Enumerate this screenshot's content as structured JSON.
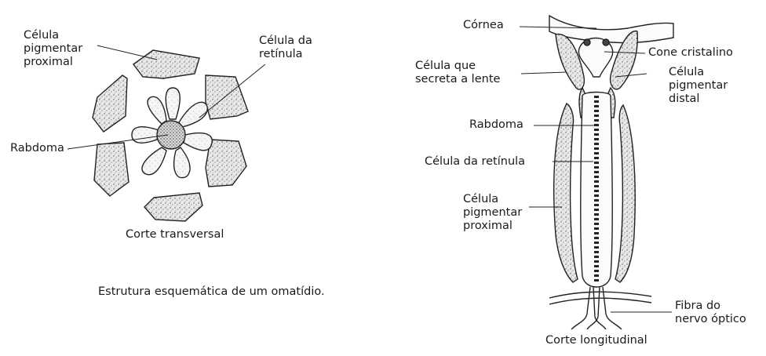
{
  "transverse": {
    "label_proximal_1": "Célula",
    "label_proximal_2": "pigmentar",
    "label_proximal_3": "proximal",
    "label_retinula_1": "Célula da",
    "label_retinula_2": "retínula",
    "label_rabdoma": "Rabdoma",
    "caption": "Corte transversal"
  },
  "figure_caption": "Estrutura esquemática de um omatídio.",
  "longitudinal": {
    "label_cornea": "Córnea",
    "label_cone": "Cone cristalino",
    "label_lens_1": "Célula que",
    "label_lens_2": "secreta a lente",
    "label_distal_1": "Célula",
    "label_distal_2": "pigmentar",
    "label_distal_3": "distal",
    "label_rabdoma": "Rabdoma",
    "label_retinula": "Célula da retínula",
    "label_proximal_1": "Célula",
    "label_proximal_2": "pigmentar",
    "label_proximal_3": "proximal",
    "label_nerve_1": "Fibra do",
    "label_nerve_2": "nervo óptico",
    "caption": "Corte longitudinal"
  }
}
